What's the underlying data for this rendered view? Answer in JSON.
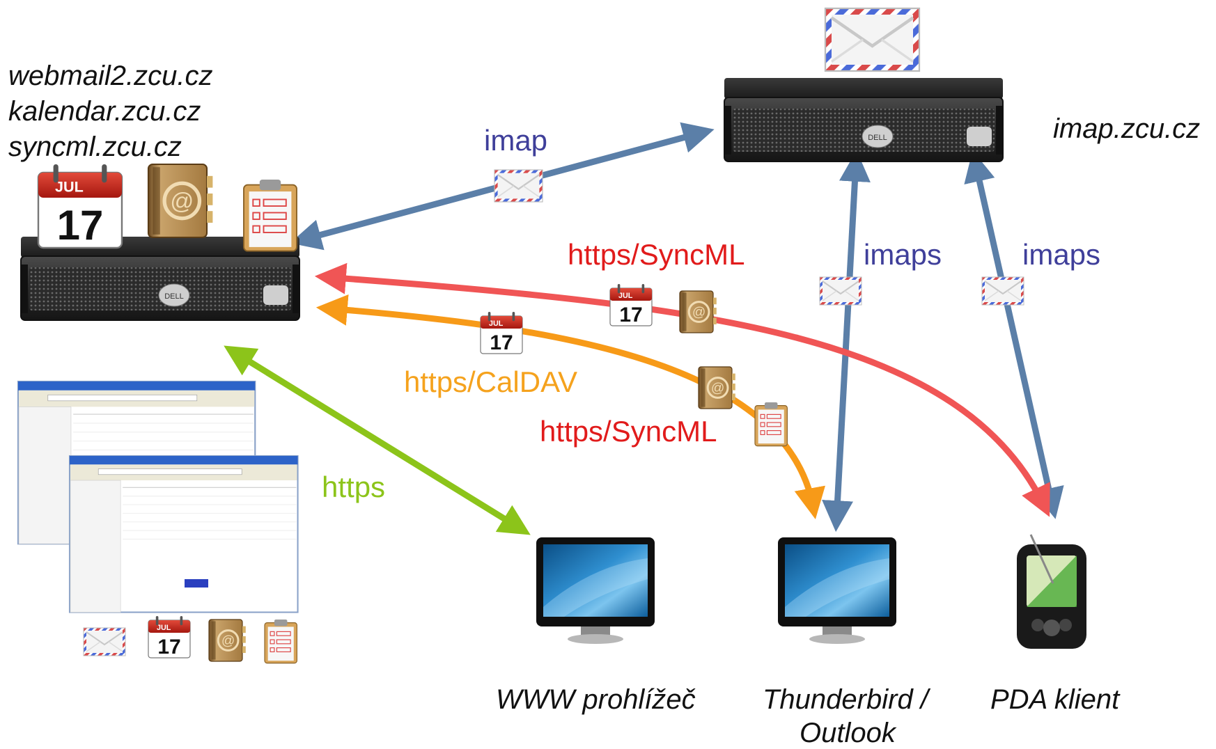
{
  "hosts": {
    "web_server": [
      "webmail2.zcu.cz",
      "kalendar.zcu.cz",
      "syncml.zcu.cz"
    ],
    "imap_server": "imap.zcu.cz"
  },
  "clients": {
    "www": "WWW prohlížeč",
    "thunderbird": [
      "Thunderbird /",
      "Outlook"
    ],
    "pda": "PDA klient"
  },
  "protocols": {
    "imap": "imap",
    "imaps_1": "imaps",
    "imaps_2": "imaps",
    "https_syncml_top": "https/SyncML",
    "https_caldav": "https/CalDAV",
    "https_syncml_bottom": "https/SyncML",
    "https": "https"
  },
  "calendar_icon": {
    "month": "JUL",
    "day": "17"
  },
  "colors": {
    "imap_arrow": "#5b7fa8",
    "syncml_arrow": "#f05555",
    "caldav_arrow": "#f79a18",
    "https_arrow": "#8cc41a",
    "label_blue": "#3f3f9a",
    "label_red": "#e11b1b",
    "label_orange": "#f5a21d",
    "label_green": "#8cc41a"
  },
  "icons": [
    "server-icon",
    "envelope-icon",
    "calendar-icon",
    "address-book-icon",
    "tasks-icon",
    "monitor-icon",
    "pda-icon",
    "browser-screenshot"
  ]
}
